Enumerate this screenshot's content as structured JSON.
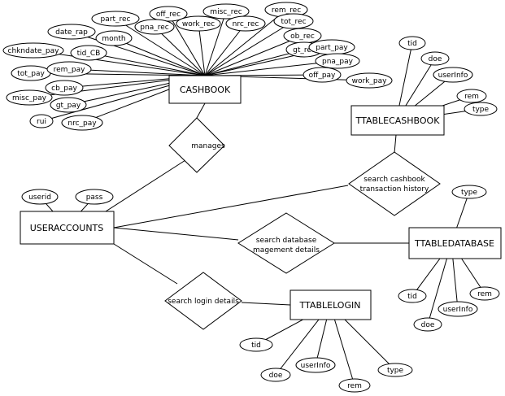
{
  "diagram": {
    "entities": {
      "cashbook": "CASHBOOK",
      "ttablecashbook": "TTABLECASHBOOK",
      "useraccounts": "USERACCOUNTS",
      "ttabledatabase": "TTABLEDATABASE",
      "ttablelogin": "TTABLELOGIN"
    },
    "relationships": {
      "manages": [
        "manages"
      ],
      "search_cashbook": [
        "search cashbook",
        "transaction history"
      ],
      "search_database": [
        "search database",
        "magement details"
      ],
      "search_login": [
        "search login details"
      ]
    },
    "attributes": {
      "cashbook": {
        "part_rec": "part_rec",
        "off_rec": "off_rec",
        "misc_rec": "misc_rec",
        "rem_rec": "rem_rec",
        "date_rap": "date_rap",
        "pna_rec": "pna_rec",
        "work_rec": "work_rec",
        "nrc_rec": "nrc_rec",
        "tot_rec": "tot_rec",
        "month": "month",
        "ob_rec": "ob_rec",
        "chkndate_pay": "chkndate_pay",
        "tid_CB": "tid_CB",
        "gt_rec": "gt_rec",
        "part_pay": "part_pay",
        "tot_pay": "tot_pay",
        "rem_pay": "rem_pay",
        "pna_pay": "pna_pay",
        "off_pay": "off_pay",
        "cb_pay": "cb_pay",
        "work_pay": "work_pay",
        "misc_pay": "misc_pay",
        "gt_pay": "gt_pay",
        "rui": "rui",
        "nrc_pay": "nrc_pay"
      },
      "ttablecashbook": {
        "tid": "tid",
        "doe": "doe",
        "userInfo": "userInfo",
        "rem": "rem",
        "type": "type"
      },
      "useraccounts": {
        "userid": "userid",
        "pass": "pass"
      },
      "ttabledatabase": {
        "type": "type",
        "tid": "tid",
        "rem": "rem",
        "userInfo": "userInfo",
        "doe": "doe"
      },
      "ttablelogin": {
        "tid": "tid",
        "userInfo": "userInfo",
        "doe": "doe",
        "type": "type",
        "rem": "rem"
      }
    }
  }
}
